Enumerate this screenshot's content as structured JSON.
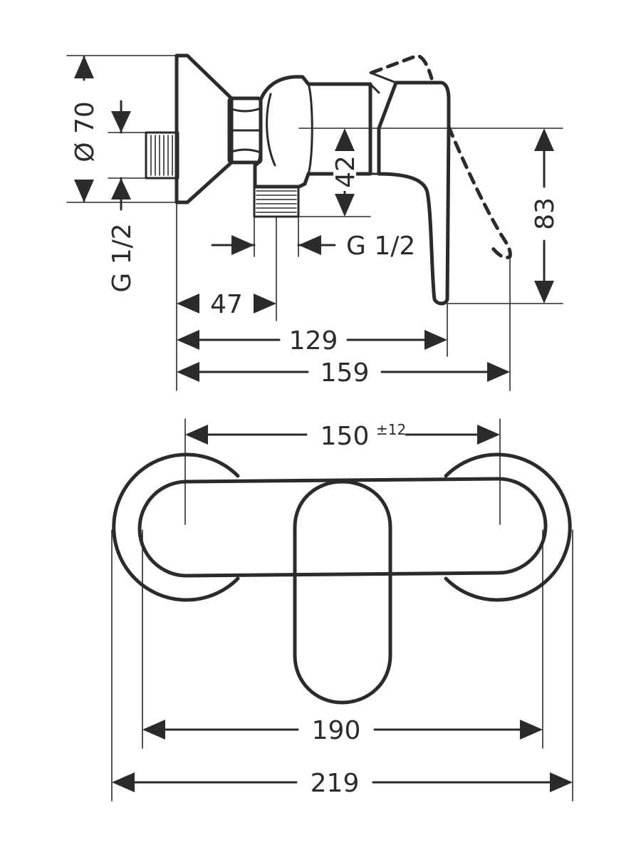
{
  "side_view": {
    "dim_diameter": "Ø 70",
    "dim_thread_left": "G 1/2",
    "dim_thread_bottom": "G 1/2",
    "dim_42": "42",
    "dim_83": "83",
    "dim_47": "47",
    "dim_129": "129",
    "dim_159": "159"
  },
  "front_view": {
    "dim_150": "150",
    "dim_150_tolerance": "±12",
    "dim_190": "190",
    "dim_219": "219"
  },
  "colors": {
    "line": "#2b2b2b",
    "background": "#ffffff"
  }
}
